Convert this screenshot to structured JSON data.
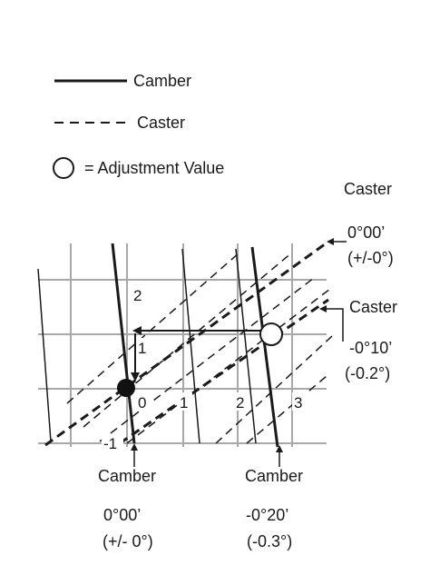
{
  "legend": {
    "camber": "Camber",
    "caster": "Caster",
    "adjustment": "= Adjustment Value"
  },
  "caster_labels": {
    "header": "Caster",
    "zero_deg": "0°00’",
    "zero_dec": "(+/-0°)",
    "side_label": "Caster",
    "minus_deg": "-0°10’",
    "minus_dec": "(-0.2°)"
  },
  "camber_labels": {
    "left_title": "Camber",
    "left_deg": "0°00’",
    "left_dec": "(+/- 0°)",
    "right_title": "Camber",
    "right_deg": "-0°20’",
    "right_dec": "(-0.3°)"
  },
  "grid": {
    "x_ticks": [
      "0",
      "1",
      "2",
      "3"
    ],
    "y_ticks": [
      "-1",
      "1",
      "2"
    ]
  },
  "colors": {
    "ink": "#1a1a1a",
    "grid": "#a8a8a8",
    "bg": "#ffffff"
  }
}
